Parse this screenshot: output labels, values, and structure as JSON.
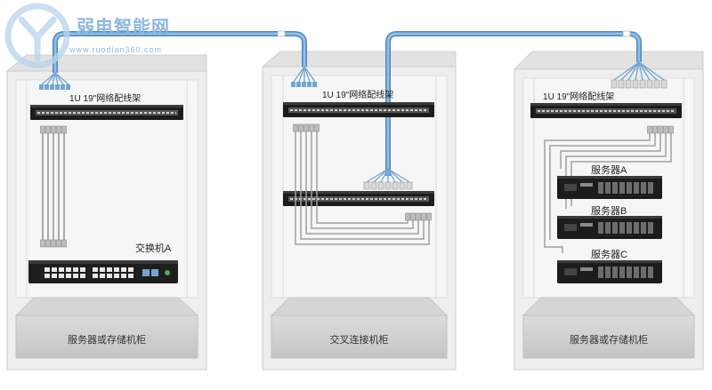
{
  "watermark": {
    "title": "弱电智能网",
    "url": "www.ruodian360.com"
  },
  "cabinets": [
    {
      "id": "left",
      "patch_label": "1U 19\"网络配线架",
      "base_label": "服务器或存储机柜",
      "device_label": "交换机A"
    },
    {
      "id": "middle",
      "patch_label": "1U 19\"网络配线架",
      "base_label": "交叉连接机柜"
    },
    {
      "id": "right",
      "patch_label": "1U 19\"网络配线架",
      "base_label": "服务器或存储机柜",
      "servers": [
        "服务器A",
        "服务器B",
        "服务器C"
      ]
    }
  ],
  "colors": {
    "trunk_cable": "#6fa6d6",
    "cabinet_fill": "#ededed",
    "cabinet_edge": "#c9c9c9",
    "base_fill": "#cfcfcf",
    "device_dark": "#1e1e1e",
    "port_blue": "#6fa6d6"
  },
  "icons": [
    "watermark-logo-icon",
    "switch-icon",
    "server-icon",
    "patch-panel-icon",
    "cable-connector-icon"
  ]
}
